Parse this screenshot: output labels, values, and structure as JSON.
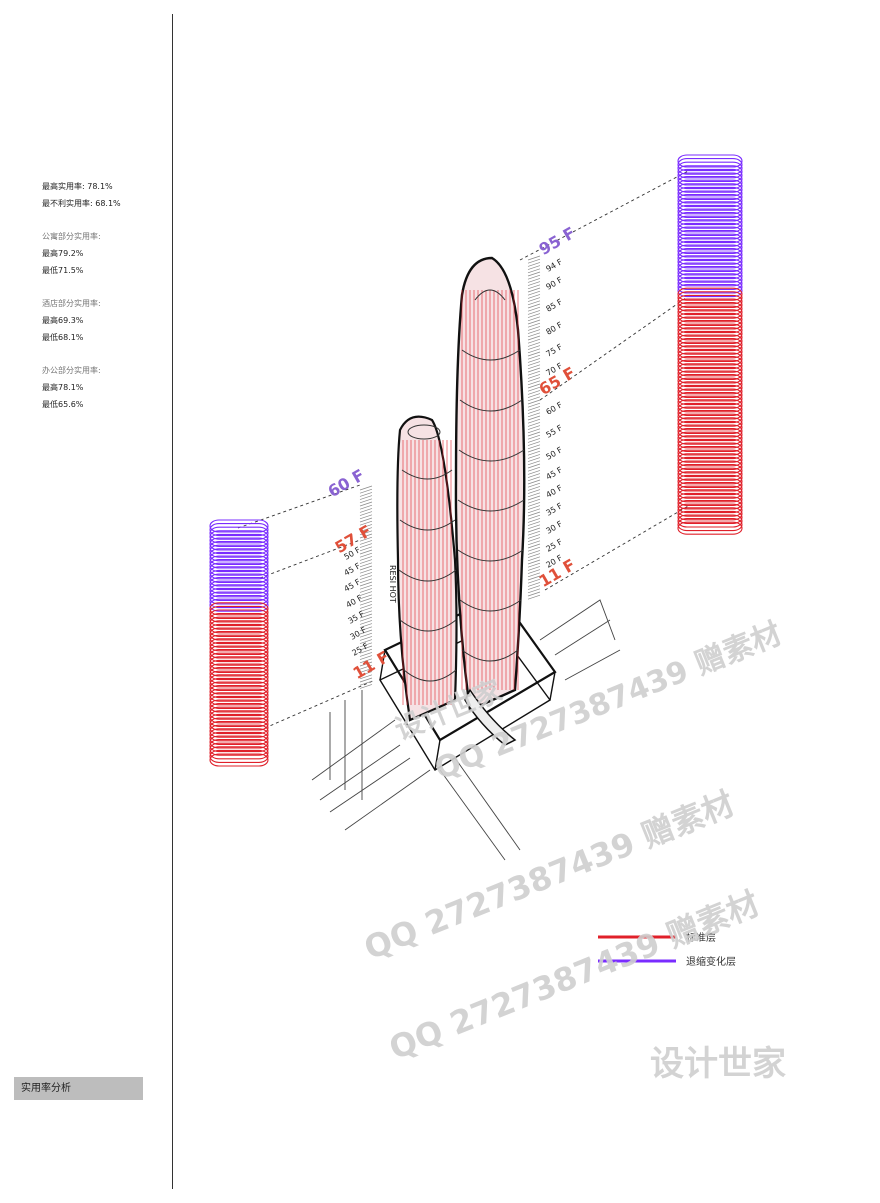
{
  "stats": {
    "overall_high": "最高实用率: 78.1%",
    "overall_low": "最不利实用率: 68.1%",
    "sections": [
      {
        "title": "公寓部分实用率:",
        "high": "最高79.2%",
        "low": "最低71.5%"
      },
      {
        "title": "酒店部分实用率:",
        "high": "最高69.3%",
        "low": "最低68.1%"
      },
      {
        "title": "办公部分实用率:",
        "high": "最高78.1%",
        "low": "最低65.6%"
      }
    ]
  },
  "section_tab": "实用率分析",
  "left_tower_labels": {
    "top": "60 F",
    "mid": "57 F",
    "floors": [
      "50 F",
      "45 F",
      "45 F",
      "40 F",
      "35 F",
      "30 F",
      "25 F"
    ],
    "bottom": "11 F",
    "vertical_text": "RESI HOT"
  },
  "right_tower_labels": {
    "top": "95 F",
    "floors_upper": [
      "94 F",
      "90 F",
      "85 F",
      "80 F",
      "75 F",
      "70 F"
    ],
    "mid": "65 F",
    "floors_lower": [
      "60 F",
      "55 F",
      "50 F",
      "45 F",
      "40 F",
      "35 F",
      "30 F",
      "25 F",
      "20 F"
    ],
    "bottom": "11 F"
  },
  "legend": [
    {
      "label": "标准层",
      "color": "#e0202a"
    },
    {
      "label": "退缩变化层",
      "color": "#7a2cff"
    }
  ],
  "watermarks": [
    "设计世家",
    "QQ 2727387439 赠素材",
    "QQ 2727387439 赠素材",
    "QQ 2727387439 赠素材",
    "设计世家"
  ],
  "colors": {
    "standard": "#e0202a",
    "setback": "#7a2cff",
    "key_purple": "#8a63d2",
    "key_red": "#e0503a"
  }
}
